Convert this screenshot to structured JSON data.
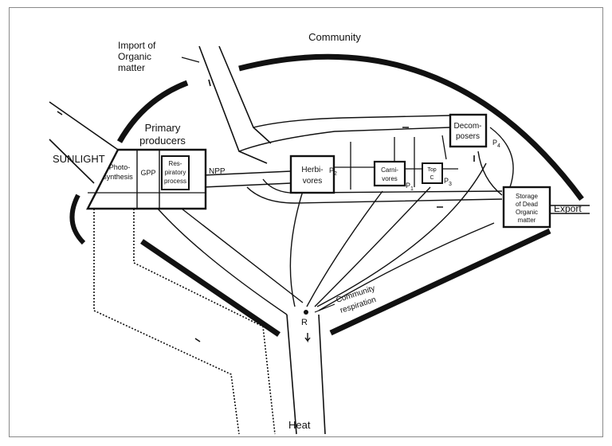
{
  "labels": {
    "community": "Community",
    "import": [
      "Import of",
      "Organic",
      "matter"
    ],
    "primary_producers": [
      "Primary",
      "producers"
    ],
    "sunlight": "SUNLIGHT",
    "photosynthesis": [
      "Photo-",
      "synthesis"
    ],
    "gpp": "GPP",
    "respiratory": [
      "Res-",
      "piratory",
      "process"
    ],
    "npp": "NPP",
    "herbivores": [
      "Herbi-",
      "vores"
    ],
    "carnivores": [
      "Carni-",
      "vores"
    ],
    "top_c": [
      "Top",
      "C"
    ],
    "decomposers": [
      "Decom-",
      "posers"
    ],
    "storage": [
      "Storage",
      "of Dead",
      "Organic",
      "matter"
    ],
    "export": "Export",
    "p1": "P",
    "p1_sub": "1",
    "p2": "P",
    "p2_sub": "2",
    "p3": "P",
    "p3_sub": "3",
    "p4": "P",
    "p4_sub": "4",
    "r": "R",
    "community_respiration": [
      "Community",
      "respiration"
    ],
    "heat": "Heat"
  },
  "colors": {
    "ink": "#111111",
    "background": "#ffffff",
    "frame": "#8a8a8a"
  }
}
